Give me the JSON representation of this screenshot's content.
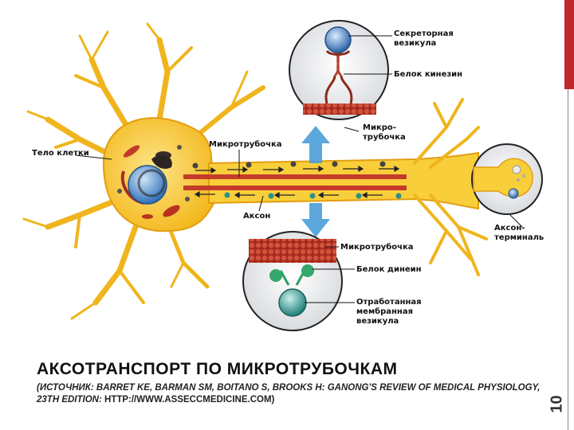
{
  "diagram": {
    "labels": {
      "cell_body": "Тело клетки",
      "microtubule_top": "Микротрубочка",
      "axon": "Аксон",
      "microtubule_inset": "Микро-\nтрубочка",
      "secretory_vesicle": "Секреторная\nвезикула",
      "kinesin": "Белок кинезин",
      "axon_terminal": "Аксон-\nтерминаль",
      "microtubule_bottom": "Микротрубочка",
      "dynein": "Белок динеин",
      "spent_vesicle": "Отработанная\nмембранная\nвезикула"
    },
    "colors": {
      "neuron": "#f6c52a",
      "neuron_edge": "#e39d12",
      "microtubule": "#c43b2c",
      "nucleus": "#4f8fd0",
      "kinesin_vesicle": "#3b7cc4",
      "dynein_vesicle": "#2d8f8a",
      "dynein_motor": "#34a86a",
      "arrow": "#4a9fd8"
    }
  },
  "slide": {
    "title": "АКСОТРАНСПОРТ ПО МИКРОТРУБОЧКАМ",
    "citation_italic": "(ИСТОЧНИК: BARRET KE, BARMAN SM, BOITANO S, BROOKS H: GANONG'S REVIEW OF MEDICAL PHYSIOLOGY, 23TH EDITION:",
    "citation_plain": " HTTP://WWW.ASSECCMEDICINE.COM",
    "citation_end": ")",
    "page_number": "10"
  }
}
